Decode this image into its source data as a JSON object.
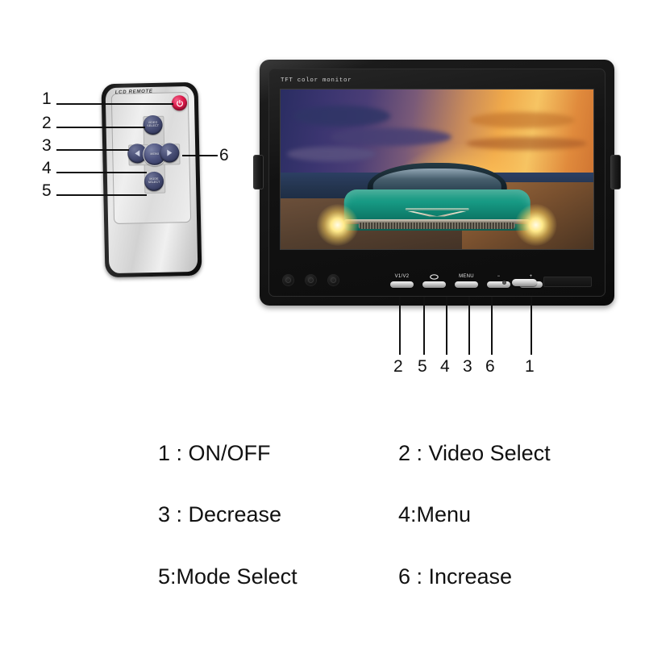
{
  "page": {
    "background": "#ffffff",
    "type": "product-instruction-diagram",
    "title_visible": false
  },
  "remote": {
    "brand_label": "LCD REMOTE",
    "power_button": {
      "name": "power",
      "color": "#e01b4c",
      "symbol": "power-glyph"
    },
    "buttons": [
      {
        "id": "up",
        "label": "VIDEO\nSELECT",
        "label_line1": "VIDEO",
        "label_line2": "SELECT",
        "callout": "2"
      },
      {
        "id": "left",
        "label": "◀",
        "callout": "3"
      },
      {
        "id": "center",
        "label": "MENU",
        "callout": "4"
      },
      {
        "id": "right",
        "label": "▶",
        "callout": "6"
      },
      {
        "id": "down",
        "label": "MODE\nSELECT",
        "label_line1": "MODE",
        "label_line2": "SELECT",
        "callout": "5"
      }
    ],
    "callouts_left": [
      "1",
      "2",
      "3",
      "4",
      "5"
    ],
    "callouts_right": [
      "6"
    ],
    "body_color": "#141414",
    "face_color": "#dcdcdc"
  },
  "monitor": {
    "brand_label": "TFT color monitor",
    "screen": {
      "scene": "classic teal car at beach sunset",
      "car_color": "#14907c",
      "sky_left_color": "#2a2d62",
      "sky_right_color": "#f0a94a"
    },
    "keys": [
      {
        "id": "video-select",
        "label": "V1/V2",
        "callout": "2"
      },
      {
        "id": "mode-select",
        "label": "◯",
        "icon": "oval-icon",
        "callout": "5"
      },
      {
        "id": "menu",
        "label": "MENU",
        "callout": "4"
      },
      {
        "id": "decrease",
        "label": "−",
        "callout": "3"
      },
      {
        "id": "increase",
        "label": "+",
        "callout": "6"
      },
      {
        "id": "power",
        "label": "",
        "callout": "1"
      }
    ],
    "callouts_bottom": [
      "2",
      "5",
      "4",
      "3",
      "6",
      "1"
    ],
    "ir_sensor_count": 3,
    "bezel_color": "#141414"
  },
  "legend": {
    "rows": [
      [
        {
          "num": "1",
          "text": "1 : ON/OFF"
        },
        {
          "num": "2",
          "text": "2 : Video Select"
        }
      ],
      [
        {
          "num": "3",
          "text": "3 : Decrease"
        },
        {
          "num": "4",
          "text": "4:Menu"
        }
      ],
      [
        {
          "num": "5",
          "text": "5:Mode Select"
        },
        {
          "num": "6",
          "text": "6 : Increase"
        }
      ]
    ]
  }
}
